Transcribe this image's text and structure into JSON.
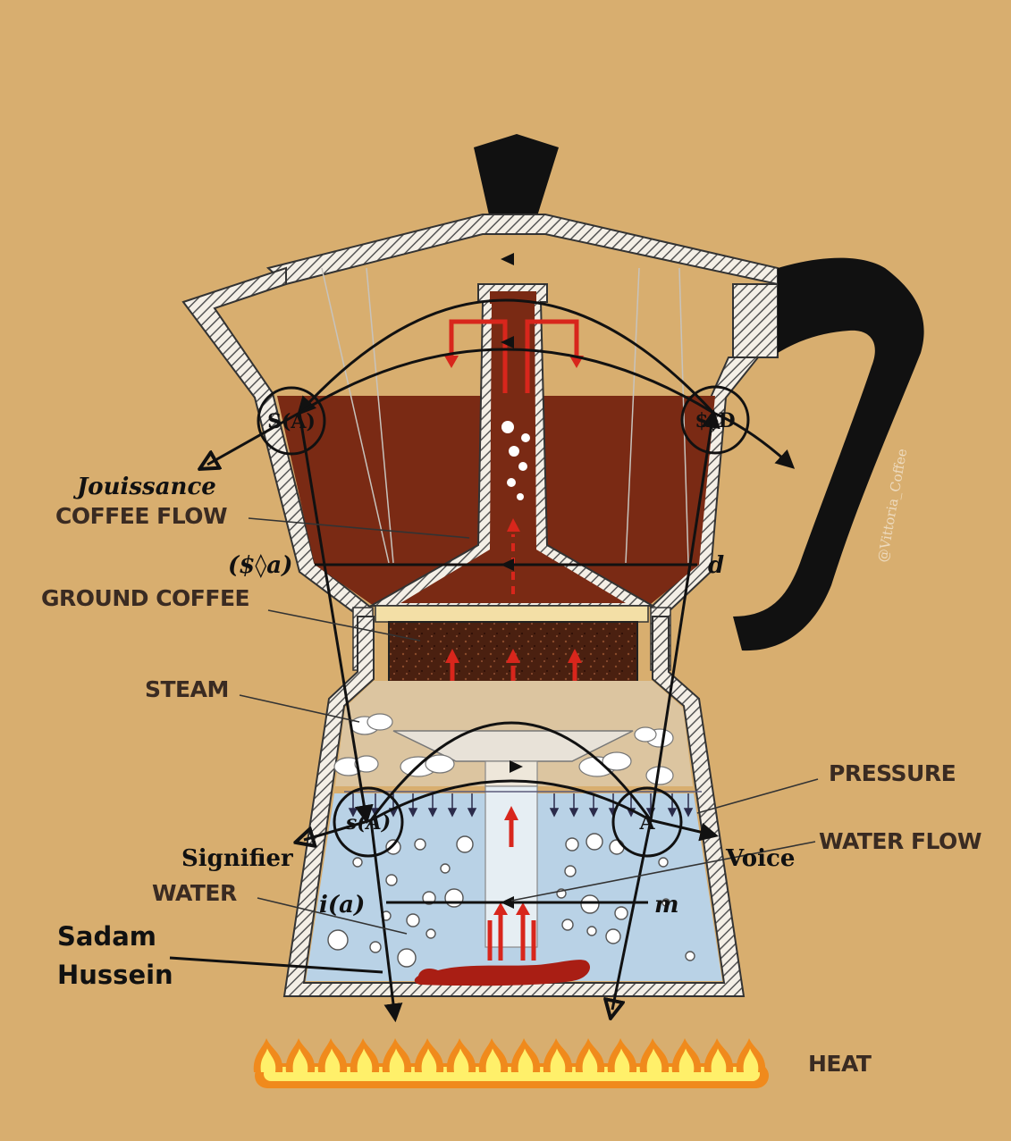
{
  "labels": {
    "jouissance": "Jouissance",
    "coffee_flow": "COFFEE FLOW",
    "barred_s_a": "($◊a)",
    "d": "d",
    "ground_coffee": "GROUND COFFEE",
    "steam": "STEAM",
    "pressure": "PRESSURE",
    "water_flow": "WATER FLOW",
    "signifier": "Signifier",
    "voice": "Voice",
    "water": "WATER",
    "i_a": "i(a)",
    "m": "m",
    "sadam_line1": "Sadam",
    "sadam_line2": "Hussein",
    "heat": "HEAT",
    "node_top_left": "S(A)",
    "node_top_right": "$◊D",
    "node_bottom_left": "s(A)",
    "node_bottom_right": "A",
    "watermark": "@Vittoria_Coffee"
  },
  "colors": {
    "background": "#d8ae6f",
    "coffee": "#7a2a14",
    "water": "#b9d2e6",
    "grounds": "#4a2010",
    "arrow_red": "#d8261c",
    "flame_outer": "#f08a1c",
    "flame_inner": "#fff06a",
    "handle": "#111111"
  }
}
